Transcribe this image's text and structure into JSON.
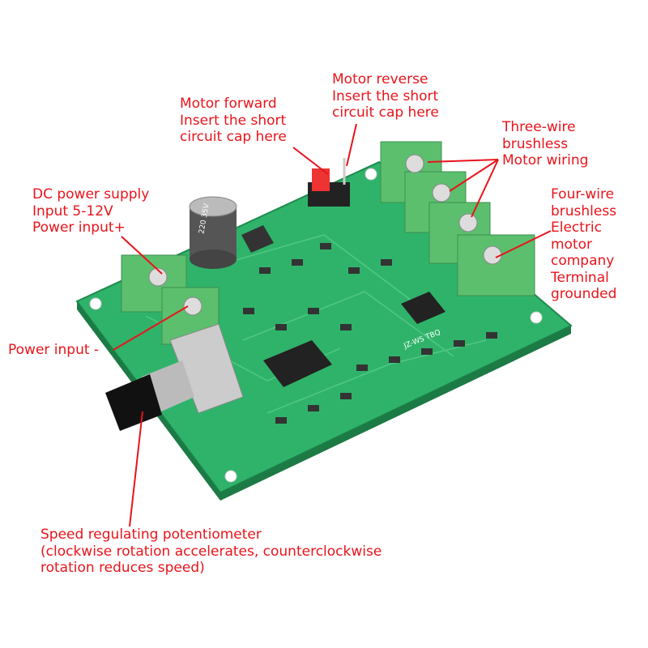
{
  "labels": {
    "motor_forward": [
      "Motor forward",
      "Insert the short",
      "circuit cap here"
    ],
    "motor_reverse": [
      "Motor reverse",
      "Insert the short",
      "circuit cap here"
    ],
    "three_wire": [
      "Three-wire",
      "brushless",
      "Motor wiring"
    ],
    "four_wire": [
      "Four-wire",
      "brushless",
      "Electric",
      "motor",
      "company",
      "Terminal",
      "grounded"
    ],
    "dc_power": [
      "DC power supply",
      "Input 5-12V",
      "Power input+"
    ],
    "power_minus": [
      "Power input -"
    ],
    "potentiometer": [
      "Speed regulating potentiometer",
      "(clockwise rotation accelerates, counterclockwise",
      "rotation reduces speed)"
    ]
  },
  "board": {
    "silkscreen_model": "JZ-WS TBQ",
    "capacitor_marking": "220 35V"
  },
  "colors": {
    "annotation": "#e8141b",
    "pcb": "#2fb36a",
    "terminal": "#5cbf6e"
  }
}
